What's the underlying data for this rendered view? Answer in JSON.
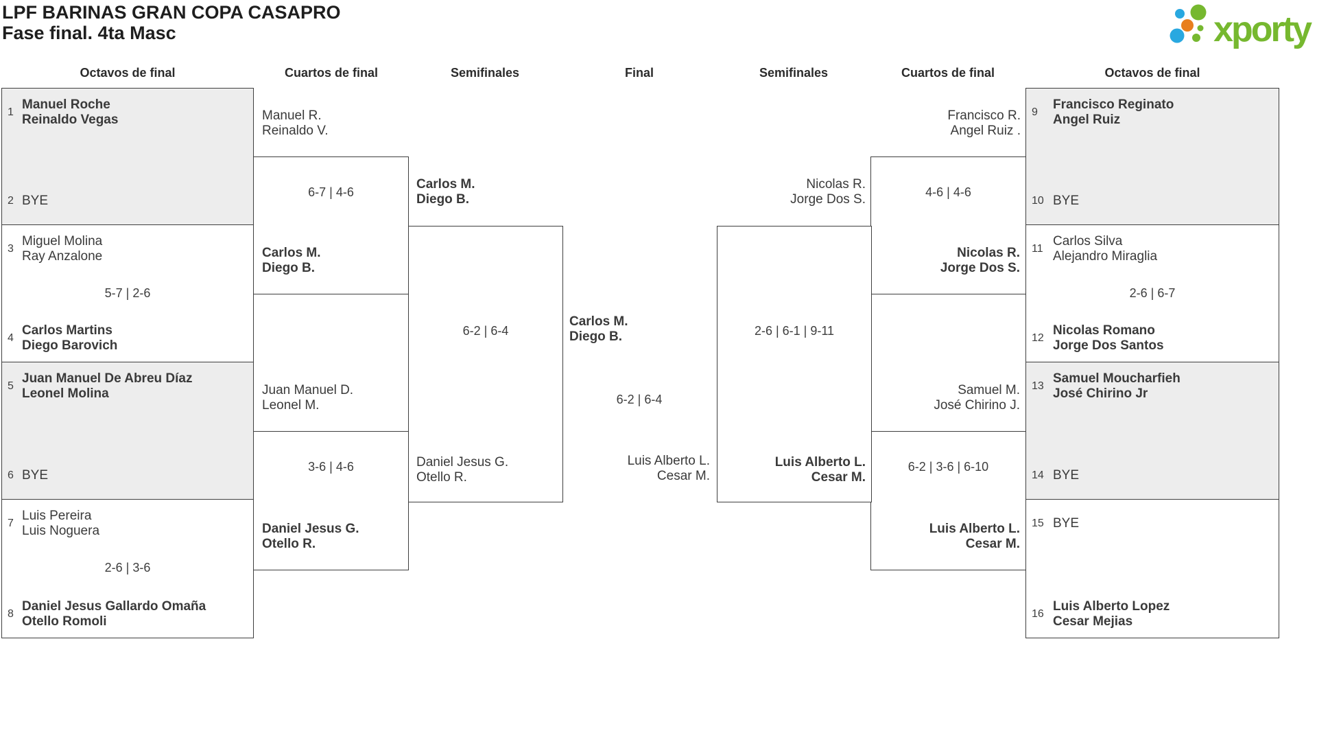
{
  "header": {
    "title_line1": "LPF BARINAS GRAN COPA CASAPRO",
    "title_line2": "Fase final. 4ta Masc"
  },
  "logo": {
    "text": "xporty",
    "green": "#76b82f",
    "blue": "#29a8e0",
    "orange": "#e87f1e"
  },
  "colors": {
    "bye_box_fill": "#ededed",
    "box_border": "#3e3e3e",
    "text": "#3a3a3a"
  },
  "round_headers": [
    "Octavos de final",
    "Cuartos de final",
    "Semifinales",
    "Final",
    "Semifinales",
    "Cuartos de final",
    "Octavos de final"
  ],
  "bracket": {
    "octavos_left": [
      {
        "top": {
          "seed": "1",
          "names": [
            "Manuel Roche",
            "Reinaldo Vegas"
          ],
          "winner": true
        },
        "bottom": {
          "seed": "2",
          "names": [
            "BYE"
          ],
          "winner": false
        },
        "score": ""
      },
      {
        "top": {
          "seed": "3",
          "names": [
            "Miguel Molina",
            "Ray Anzalone"
          ],
          "winner": false
        },
        "bottom": {
          "seed": "4",
          "names": [
            "Carlos Martins",
            "Diego Barovich"
          ],
          "winner": true
        },
        "score": "5-7 | 2-6"
      },
      {
        "top": {
          "seed": "5",
          "names": [
            "Juan Manuel De Abreu Díaz",
            "Leonel Molina"
          ],
          "winner": true
        },
        "bottom": {
          "seed": "6",
          "names": [
            "BYE"
          ],
          "winner": false
        },
        "score": ""
      },
      {
        "top": {
          "seed": "7",
          "names": [
            "Luis Pereira",
            "Luis Noguera"
          ],
          "winner": false
        },
        "bottom": {
          "seed": "8",
          "names": [
            "Daniel Jesus Gallardo Omaña",
            "Otello Romoli"
          ],
          "winner": true
        },
        "score": "2-6 | 3-6"
      }
    ],
    "octavos_right": [
      {
        "top": {
          "seed": "9",
          "names": [
            "Francisco Reginato",
            "Angel Ruiz"
          ],
          "winner": true
        },
        "bottom": {
          "seed": "10",
          "names": [
            "BYE"
          ],
          "winner": false
        },
        "score": ""
      },
      {
        "top": {
          "seed": "11",
          "names": [
            "Carlos Silva",
            "Alejandro Miraglia"
          ],
          "winner": false
        },
        "bottom": {
          "seed": "12",
          "names": [
            "Nicolas Romano",
            "Jorge Dos Santos"
          ],
          "winner": true
        },
        "score": "2-6 | 6-7"
      },
      {
        "top": {
          "seed": "13",
          "names": [
            "Samuel Moucharfieh",
            "José Chirino Jr"
          ],
          "winner": true
        },
        "bottom": {
          "seed": "14",
          "names": [
            "BYE"
          ],
          "winner": false
        },
        "score": ""
      },
      {
        "top": {
          "seed": "15",
          "names": [
            "BYE"
          ],
          "winner": false
        },
        "bottom": {
          "seed": "16",
          "names": [
            "Luis Alberto Lopez",
            "Cesar Mejias"
          ],
          "winner": true
        },
        "score": ""
      }
    ],
    "scores": {
      "qf_left_1": "6-7 | 4-6",
      "qf_left_2": "3-6 | 4-6",
      "qf_right_1": "4-6 | 4-6",
      "qf_right_2": "6-2 | 3-6 | 6-10",
      "sf_left": "6-2 | 6-4",
      "sf_right": "2-6 | 6-1 | 9-11",
      "final": "6-2 | 6-4"
    },
    "advancers": {
      "qf_left_from_m1": [
        "Manuel R.",
        "Reinaldo V."
      ],
      "qf_left_from_m2": [
        "Carlos M.",
        "Diego B."
      ],
      "qf_left_from_m3": [
        "Juan Manuel D.",
        "Leonel M."
      ],
      "qf_left_from_m4": [
        "Daniel Jesus G.",
        "Otello R."
      ],
      "sf_left_from_qf1": [
        "Carlos M.",
        "Diego B."
      ],
      "sf_left_from_qf2": [
        "Daniel Jesus G.",
        "Otello R."
      ],
      "final_winner": [
        "Carlos M.",
        "Diego B."
      ],
      "qf_right_from_m1": [
        "Francisco R.",
        "Angel Ruiz ."
      ],
      "qf_right_from_m2": [
        "Nicolas R.",
        "Jorge Dos S."
      ],
      "qf_right_from_m3": [
        "Samuel M.",
        "José Chirino J."
      ],
      "qf_right_from_m4": [
        "Luis Alberto L.",
        "Cesar M."
      ],
      "sf_right_from_qf1": [
        "Nicolas R.",
        "Jorge Dos S."
      ],
      "sf_right_from_qf2": [
        "Luis Alberto L.",
        "Cesar M."
      ],
      "final_runner_up": [
        "Luis Alberto L.",
        "Cesar M."
      ]
    }
  }
}
